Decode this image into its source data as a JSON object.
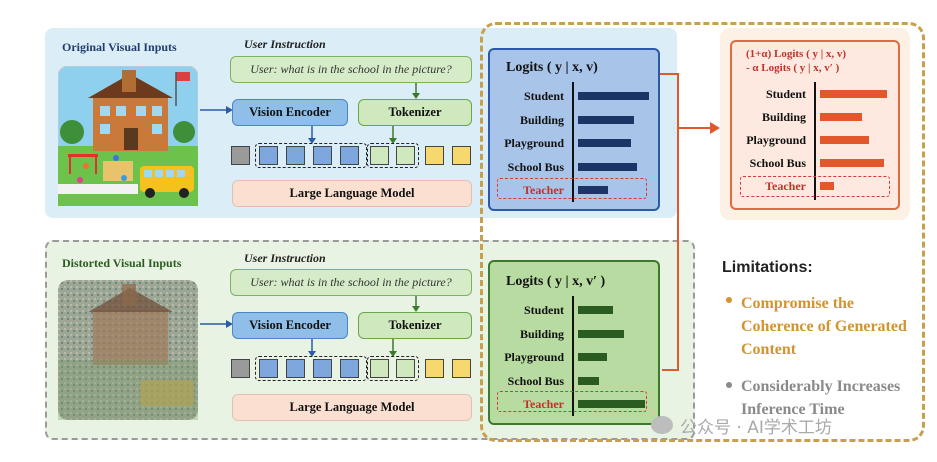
{
  "top": {
    "title": "Original Visual Inputs",
    "instruction_header": "User Instruction",
    "instruction_text": "User: what is in the school in the picture?",
    "vision_encoder": "Vision Encoder",
    "tokenizer": "Tokenizer",
    "llm": "Large Language Model",
    "logits_title": "Logits ( y | x, v)",
    "rows": [
      {
        "label": "Student",
        "value": 0.95
      },
      {
        "label": "Building",
        "value": 0.75
      },
      {
        "label": "Playground",
        "value": 0.7
      },
      {
        "label": "School Bus",
        "value": 0.78
      },
      {
        "label": "Teacher",
        "value": 0.4
      }
    ]
  },
  "bottom": {
    "title": "Distorted Visual Inputs",
    "instruction_header": "User Instruction",
    "instruction_text": "User: what is in the school in the picture?",
    "vision_encoder": "Vision Encoder",
    "tokenizer": "Tokenizer",
    "llm": "Large Language Model",
    "logits_title": "Logits ( y | x, v′ )",
    "rows": [
      {
        "label": "Student",
        "value": 0.5
      },
      {
        "label": "Building",
        "value": 0.65
      },
      {
        "label": "Playground",
        "value": 0.42
      },
      {
        "label": "School Bus",
        "value": 0.3
      },
      {
        "label": "Teacher",
        "value": 0.95
      }
    ]
  },
  "contrast": {
    "title_line1": "(1+α) Logits ( y | x, v)",
    "title_line2": "- α Logits ( y | x, v′ )",
    "rows": [
      {
        "label": "Student",
        "value": 0.95
      },
      {
        "label": "Building",
        "value": 0.6
      },
      {
        "label": "Playground",
        "value": 0.7
      },
      {
        "label": "School Bus",
        "value": 0.92
      },
      {
        "label": "Teacher",
        "value": 0.2
      }
    ]
  },
  "limitations": {
    "title": "Limitations:",
    "item1": "Compromise the Coherence of Generated Content",
    "item2": "Considerably Increases Inference Time"
  },
  "watermark": "公众号 · AI学术工坊",
  "colors": {
    "top_bar": "#1c3566",
    "bottom_bar": "#2a5b20",
    "contrast_bar": "#e2572c",
    "limitation_gold": "#d1942e",
    "limitation_gray": "#8a8a8a"
  }
}
